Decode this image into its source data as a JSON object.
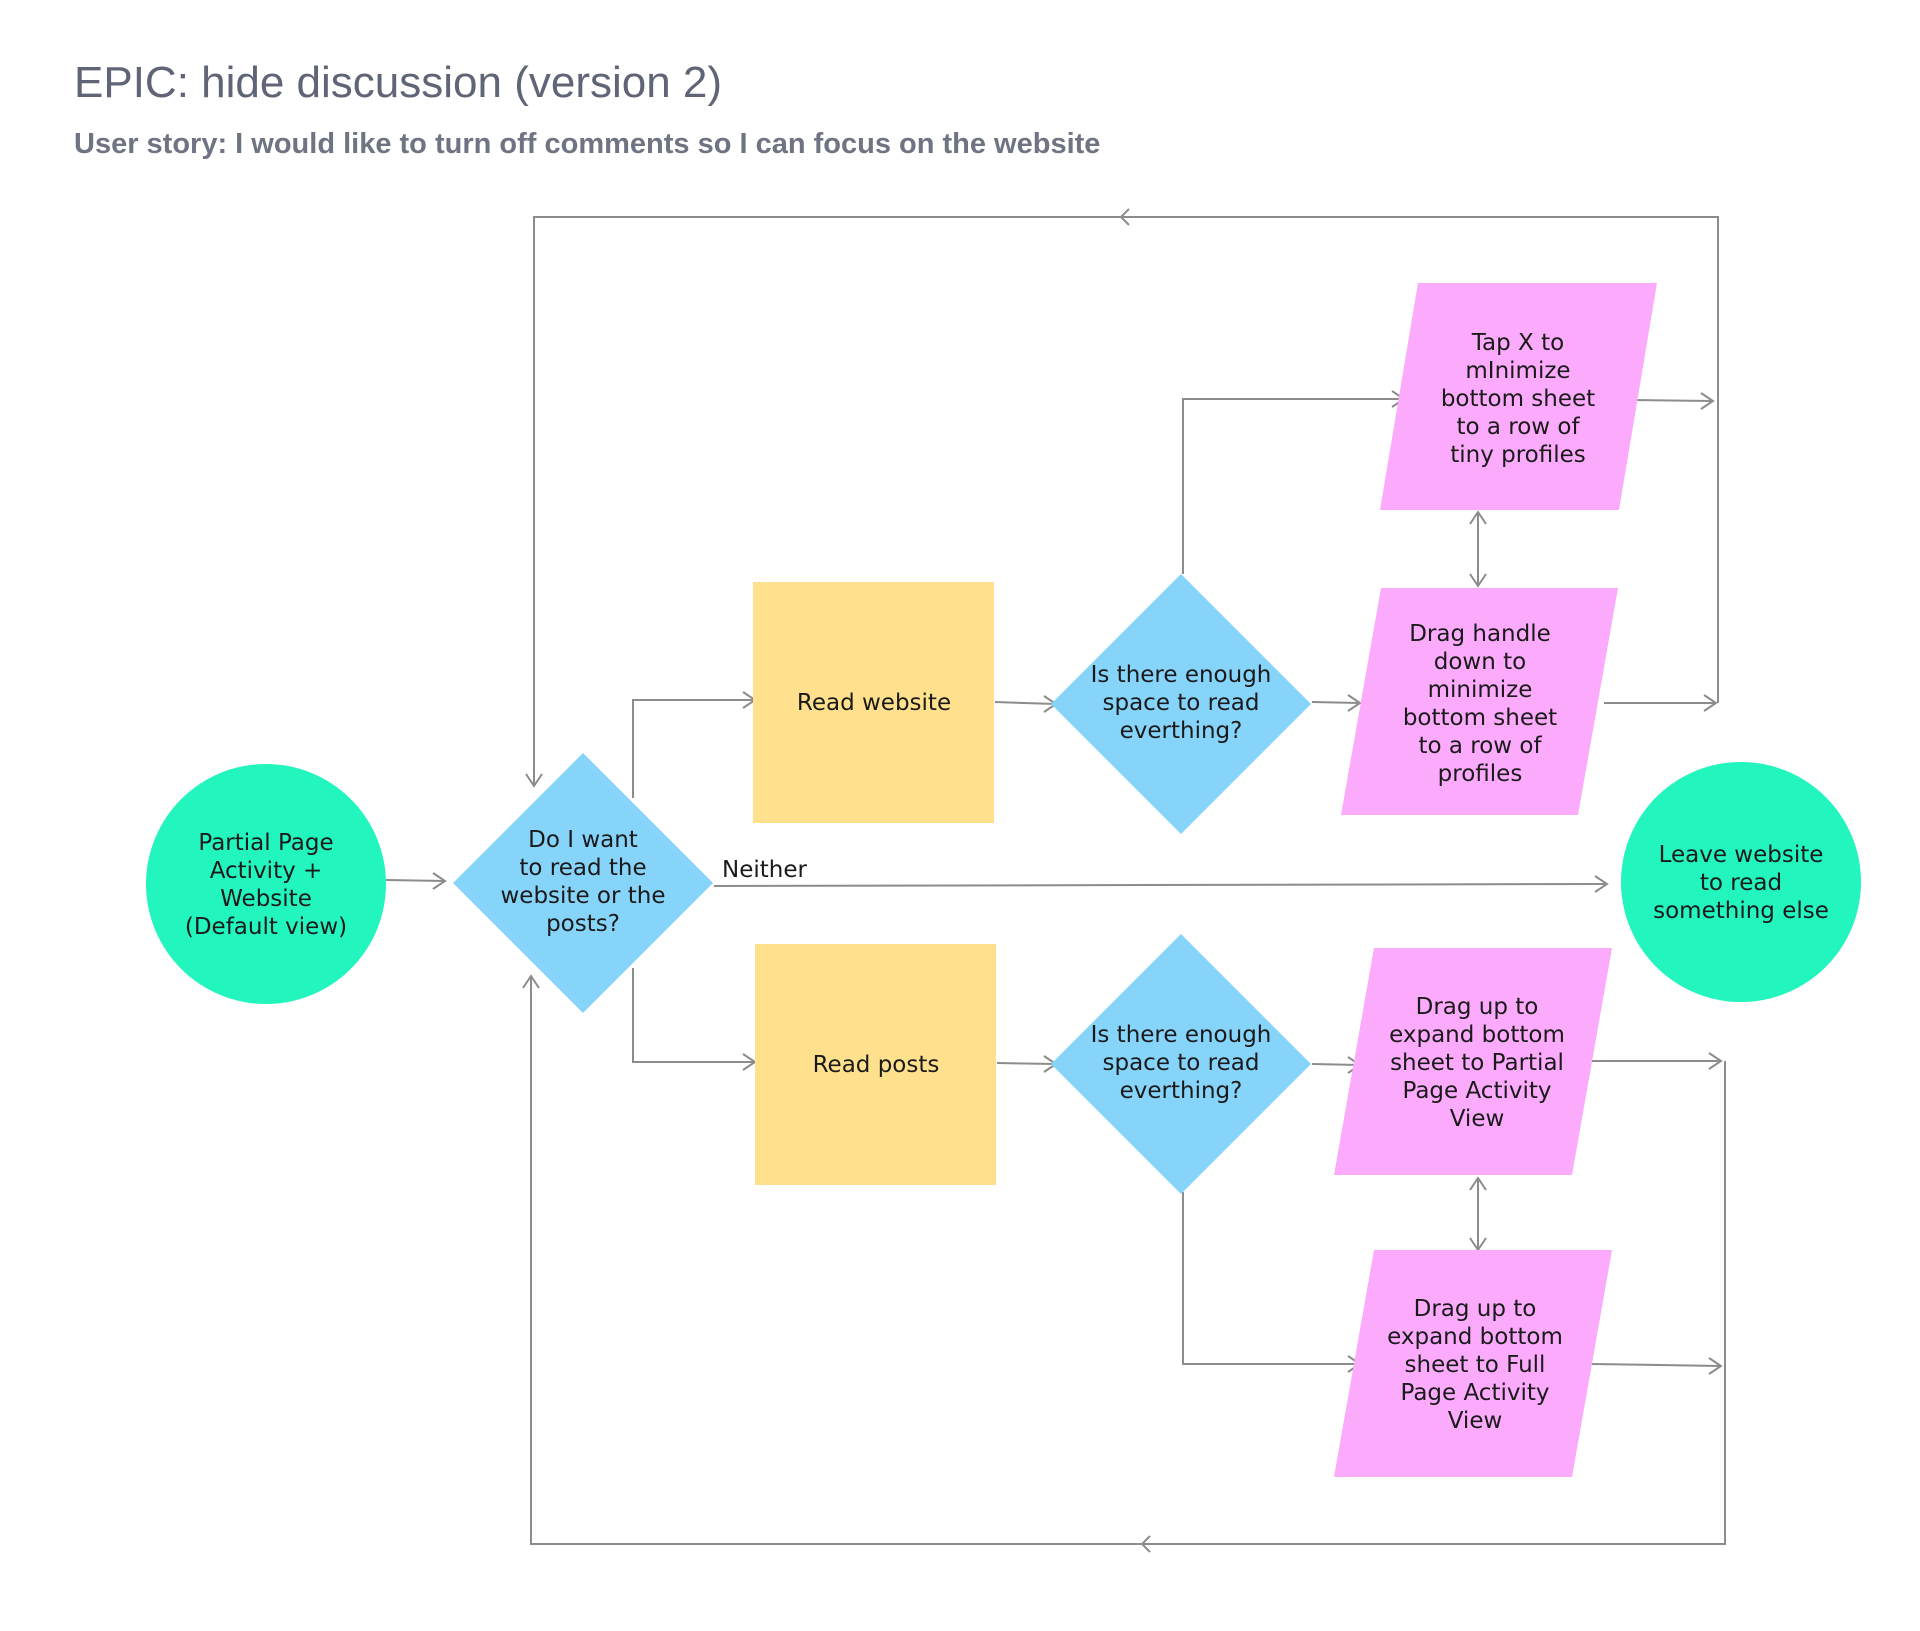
{
  "header": {
    "title": "EPIC: hide discussion (version 2)",
    "subtitle": "User story: I would like to turn off comments so I can focus on the website"
  },
  "colors": {
    "terminal": "#22f5be",
    "decision": "#87d4fb",
    "process": "#ffe08d",
    "action": "#fcaafc",
    "connector": "#8c8c8c",
    "title_text": "#5f6576"
  },
  "nodes": {
    "start": {
      "lines": [
        "Partial Page",
        "Activity +",
        "Website",
        "(Default view)"
      ]
    },
    "decision_main": {
      "lines": [
        "Do I want",
        "to read the",
        "website or the",
        "posts?"
      ]
    },
    "read_website": {
      "lines": [
        "Read website"
      ]
    },
    "read_posts": {
      "lines": [
        "Read posts"
      ]
    },
    "decision_space_top": {
      "lines": [
        "Is there enough",
        "space to read",
        "everthing?"
      ]
    },
    "decision_space_bottom": {
      "lines": [
        "Is there enough",
        "space to read",
        "everthing?"
      ]
    },
    "tap_x": {
      "lines": [
        "Tap X to",
        "mInimize",
        "bottom sheet",
        "to a row of",
        "tiny profiles"
      ]
    },
    "drag_handle": {
      "lines": [
        "Drag handle",
        "down to",
        "minimize",
        "bottom sheet",
        "to a row of",
        "profiles"
      ]
    },
    "drag_partial": {
      "lines": [
        "Drag up to",
        "expand bottom",
        "sheet to Partial",
        "Page Activity",
        "View"
      ]
    },
    "drag_full": {
      "lines": [
        "Drag up to",
        "expand bottom",
        "sheet to Full",
        "Page Activity",
        "View"
      ]
    },
    "leave": {
      "lines": [
        "Leave website",
        "to read",
        "something else"
      ]
    }
  },
  "edge_labels": {
    "neither": "Neither"
  }
}
